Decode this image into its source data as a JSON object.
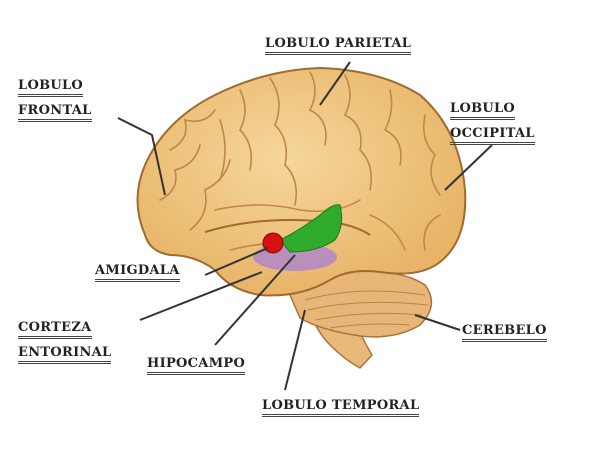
{
  "labels": {
    "parietal": "LOBULO PARIETAL",
    "frontal_1": "LOBULO",
    "frontal_2": "FRONTAL",
    "occipital_1": "LOBULO",
    "occipital_2": "OCCIPITAL",
    "amigdala": "AMIGDALA",
    "corteza_1": "CORTEZA",
    "corteza_2": "ENTORINAL",
    "hipocampo": "HIPOCAMPO",
    "cerebelo": "CEREBELO",
    "temporal": "LOBULO TEMPORAL"
  },
  "colors": {
    "brain": "#f1c77e",
    "brain_outline": "#b07a3a",
    "amigdala": "#d81010",
    "hipocampo": "#2faa2a",
    "corteza": "#b48ac4"
  }
}
